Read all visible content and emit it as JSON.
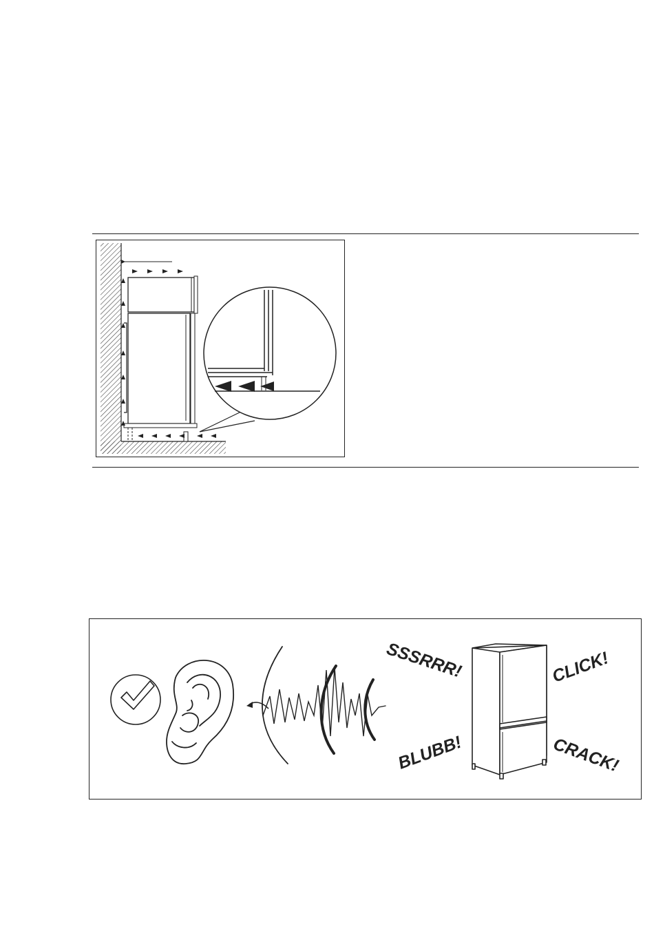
{
  "figure_ventilation": {
    "description_icons": [
      "wall",
      "cabinet-top",
      "appliance",
      "magnifier-circle",
      "airflow-arrows",
      "floor"
    ]
  },
  "figure_noises": {
    "check_icon": "checkmark-icon",
    "sounds": {
      "top_left": "SSSRRR!",
      "top_right": "CLICK!",
      "bottom_left": "BLUBB!",
      "bottom_right": "CRACK!"
    }
  },
  "colors": {
    "ink": "#222222",
    "paper": "#ffffff"
  }
}
